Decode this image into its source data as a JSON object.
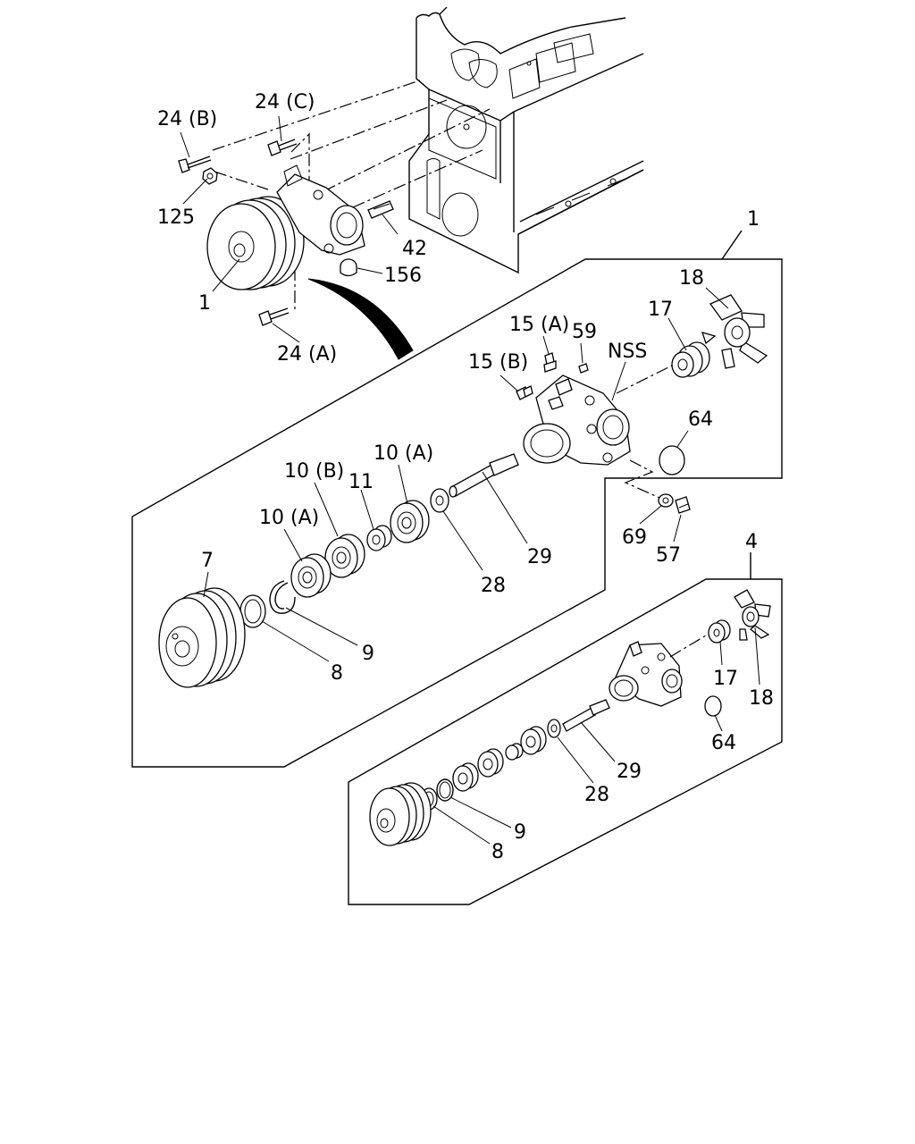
{
  "labels": {
    "top_24b": "24 (B)",
    "top_24c": "24 (C)",
    "top_125": "125",
    "top_42": "42",
    "top_156": "156",
    "top_1": "1",
    "top_24a": "24 (A)",
    "box1_1": "1",
    "box1_18": "18",
    "box1_17": "17",
    "box1_15a": "15 (A)",
    "box1_59": "59",
    "box1_nss": "NSS",
    "box1_15b": "15 (B)",
    "box1_64": "64",
    "box1_10a_top": "10 (A)",
    "box1_10b": "10 (B)",
    "box1_11": "11",
    "box1_10a": "10 (A)",
    "box1_7": "7",
    "box1_69": "69",
    "box1_57": "57",
    "box1_29": "29",
    "box1_28": "28",
    "box1_9": "9",
    "box1_8": "8",
    "box2_4": "4",
    "box2_17": "17",
    "box2_18": "18",
    "box2_64": "64",
    "box2_29": "29",
    "box2_28": "28",
    "box2_9": "9",
    "box2_8": "8"
  }
}
